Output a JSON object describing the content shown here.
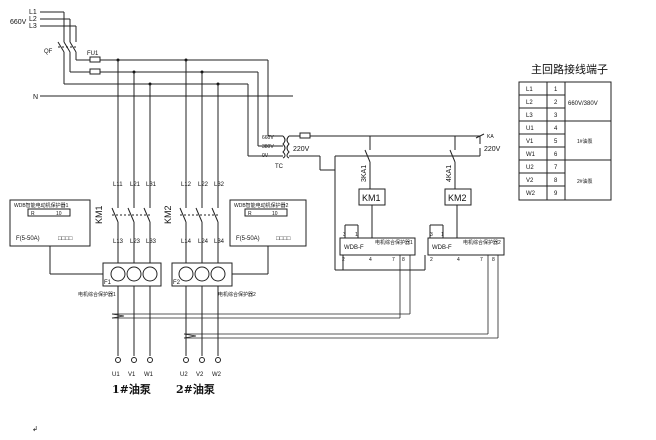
{
  "supply": {
    "l1": "L1",
    "l2": "L2",
    "l3": "L3",
    "voltage": "660V",
    "breaker": "QF",
    "fuse": "FU1",
    "neutral": "N"
  },
  "transformer": {
    "in1": "660V",
    "in2": "380V",
    "in3": "0V",
    "label": "TC",
    "out": "220V",
    "right_out": "220V",
    "right_label": "KA"
  },
  "wires": {
    "pump1_top": [
      "L11",
      "L21",
      "L31"
    ],
    "pump1_bot": [
      "L13",
      "L23",
      "L33"
    ],
    "pump2_top": [
      "L12",
      "L22",
      "L32"
    ],
    "pump2_bot": [
      "L14",
      "L24",
      "L34"
    ]
  },
  "contactors": {
    "km1": "KM1",
    "km2": "KM2"
  },
  "relays": {
    "ka1": "3KA1",
    "ka2": "4KA1"
  },
  "coils": {
    "km1": "KM1",
    "km2": "KM2"
  },
  "monitor1": {
    "title": "WDB智能电动机保护器1",
    "r_label": "R",
    "r_value": "10",
    "range": "F(5-50A)",
    "squares": "□□□□"
  },
  "monitor2": {
    "title": "WDB智能电动机保护器2",
    "r_label": "R",
    "r_value": "10",
    "range": "F(5-50A)",
    "squares": "□□□□"
  },
  "protector1": {
    "model": "WDB-F",
    "title": "电机综合保护器1",
    "pins_top": [
      "3",
      "1"
    ],
    "pins_bot": [
      "2",
      "4",
      "7",
      "8"
    ],
    "sensor_label": "F1"
  },
  "protector2": {
    "model": "WDB-F",
    "title": "电机综合保护器2",
    "pins_top": [
      "3",
      "1"
    ],
    "pins_bot": [
      "2",
      "4",
      "7",
      "8"
    ],
    "sensor_label": "F2"
  },
  "transformers_ct": {
    "ct1_label": "电机综合保护器1",
    "ct2_label": "电机综合保护器2"
  },
  "motors": {
    "pump1_terms": [
      "U1",
      "V1",
      "W1"
    ],
    "pump2_terms": [
      "U2",
      "V2",
      "W2"
    ],
    "pump1_name": "1#油泵",
    "pump2_name": "2#油泵"
  },
  "terminal_table": {
    "title": "主回路接线端子",
    "rows": [
      {
        "label": "L1",
        "num": "1"
      },
      {
        "label": "L2",
        "num": "2"
      },
      {
        "label": "L3",
        "num": "3"
      },
      {
        "label": "U1",
        "num": "4"
      },
      {
        "label": "V1",
        "num": "5"
      },
      {
        "label": "W1",
        "num": "6"
      },
      {
        "label": "U2",
        "num": "7"
      },
      {
        "label": "V2",
        "num": "8"
      },
      {
        "label": "W2",
        "num": "9"
      }
    ],
    "group_voltage": "660V/380V",
    "group_pump1": "1#油泵",
    "group_pump2": "2#油泵"
  },
  "footer_mark": "↲"
}
